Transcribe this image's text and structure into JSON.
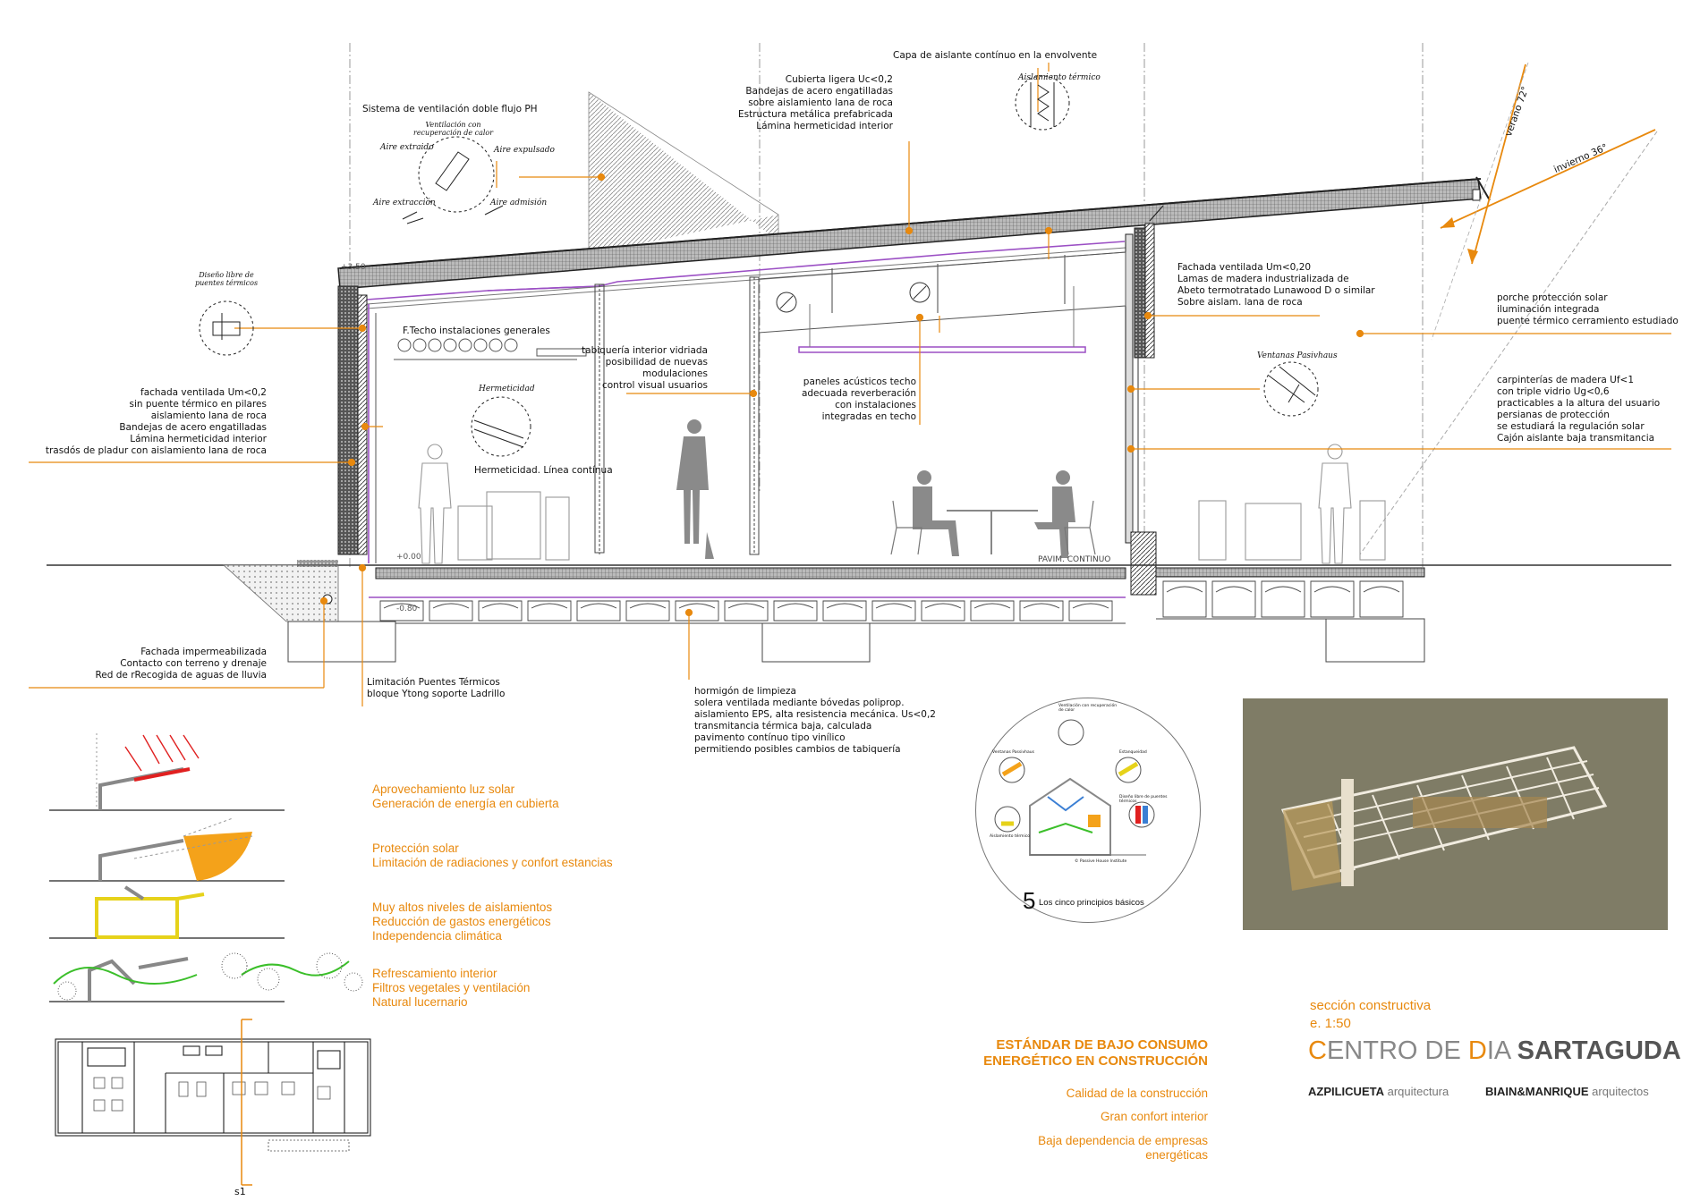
{
  "section": {
    "levels": {
      "top": "+3.50",
      "floor": "+0.00",
      "base": "-0.80"
    },
    "pavim": "PAVIM. CONTINUO",
    "angles": {
      "summer": "verano 72°",
      "winter": "invierno 36°"
    }
  },
  "callouts": {
    "vent_system": "Sistema de ventilación doble flujo PH",
    "vent_sketch": {
      "title": "Ventilación con\nrecuperación de calor",
      "extract": "Aire extraido",
      "expel": "Aire expulsado",
      "extraction": "Aire extracción",
      "admission": "Aire admisión"
    },
    "roof": "Cubierta ligera Uc<0,2\nBandejas de acero engatilladas\nsobre aislamiento lana de roca\nEstructura metálica prefabricada\nLámina hermeticidad interior",
    "continuous_insulation": "Capa de aislante contínuo en la envolvente",
    "insulation_sketch": "Aislamiento térmico",
    "thermal_bridge_sketch": "Diseño libre de\npuentes térmicos",
    "ceiling_services": "F.Techo instalaciones generales",
    "airtight_sketch": "Hermeticidad",
    "airtightness": "Hermeticidad. Línea contínua",
    "interior_partition": "tabiquería interior vidriada\nposibilidad de nuevas\nmodulaciones\ncontrol visual usuarios",
    "acoustic_panels": "paneles acústicos techo\nadecuada reverberación\ncon instalaciones\nintegradas en techo",
    "west_facade": "fachada ventilada Um<0,2\nsin puente térmico en pilares\naislamiento lana de roca\nBandejas de acero engatilladas\nLámina hermeticidad interior\ntrasdós de pladur con aislamiento lana de roca",
    "east_facade": "Fachada ventilada Um<0,20\nLamas de madera industrializada de\nAbeto termotratado Lunawood D o similar\nSobre aislam. lana de roca",
    "porch": "porche protección solar\niluminación integrada\npuente térmico cerramiento estudiado",
    "window_sketch": "Ventanas Pasivhaus",
    "windows": "carpinterías de madera Uf<1\ncon triple vidrio Ug<0,6\npracticables a la altura del usuario\npersianas de protección\nse estudiará la regulación solar\nCajón aislante baja transmitancia",
    "waterproofing": "Fachada impermeabilizada\nContacto con terreno y drenaje\nRed de rRecogida de aguas de lluvia",
    "thermal_bridges": "Limitación Puentes Térmicos\nbloque Ytong soporte Ladrillo",
    "slab": "hormigón de limpieza\nsolera ventilada mediante bóvedas poliprop.\naislamiento EPS, alta resistencia mecánica. Us<0,2\ntransmitancia térmica baja, calculada\npavimento contínuo tipo vinílico\npermitiendo posibles cambios de tabiquería"
  },
  "strategies": [
    "Aprovechamiento luz solar\nGeneración de energía en cubierta",
    "Protección solar\nLimitación de radiaciones y confort estancias",
    "Muy altos niveles de aislamientos\nReducción de gastos energéticos\nIndependencia climática",
    "Refrescamiento interior\nFiltros vegetales y ventilación\nNatural lucernario"
  ],
  "roundel": {
    "number": "5",
    "caption": "Los cinco principios básicos",
    "labels": [
      "Ventilación con recuperación de calor",
      "Ventanas Passivhaus",
      "Estanqueidad",
      "Aislamiento térmico",
      "Diseño libre de puentes térmicos"
    ],
    "credit": "© Passive House Institute"
  },
  "plan": {
    "section_mark": "s1"
  },
  "standard": {
    "heading": "ESTÁNDAR DE BAJO CONSUMO\nENERGÉTICO EN CONSTRUCCIÓN",
    "items": [
      "Calidad de la construcción",
      "Gran confort interior",
      "Baja dependencia de empresas\nenergéticas"
    ]
  },
  "title": {
    "subtitle": "sección constructiva",
    "scale": "e. 1:50",
    "name_c": "C",
    "name_1": "ENTRO DE ",
    "name_d": "D",
    "name_2": "IA ",
    "name_bold": "SARTAGUDA",
    "firm1_bold": "AZPILICUETA",
    "firm1": " arquitectura",
    "firm2_bold": "BIAIN&MANRIQUE",
    "firm2": " arquitectos"
  },
  "colors": {
    "accent": "#e8890e",
    "purple": "#9b4fc4",
    "green": "#3bbf2a",
    "red": "#e02020",
    "sun": "#f4a21a"
  }
}
